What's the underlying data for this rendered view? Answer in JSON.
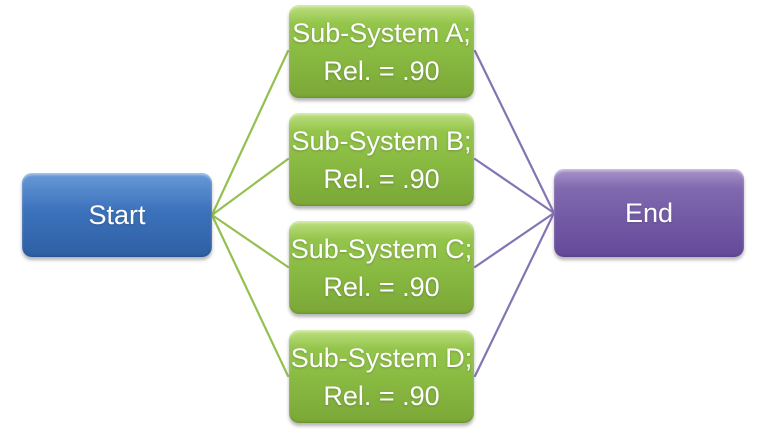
{
  "diagram": {
    "title": "parallel-reliability-block-diagram",
    "start": {
      "label": "Start"
    },
    "end": {
      "label": "End"
    },
    "subsystems": [
      {
        "line1": "Sub-System A;",
        "line2": "Rel. = .90"
      },
      {
        "line1": "Sub-System B;",
        "line2": "Rel. = .90"
      },
      {
        "line1": "Sub-System C;",
        "line2": "Rel. = .90"
      },
      {
        "line1": "Sub-System D;",
        "line2": "Rel. = .90"
      }
    ],
    "colors": {
      "start_fill": "#3C72BC",
      "subsystem_fill": "#8ABB42",
      "end_fill": "#745BA6",
      "left_connector_stroke": "#94C04F",
      "right_connector_stroke": "#8474B2",
      "node_text": "#FFFFFF"
    }
  }
}
